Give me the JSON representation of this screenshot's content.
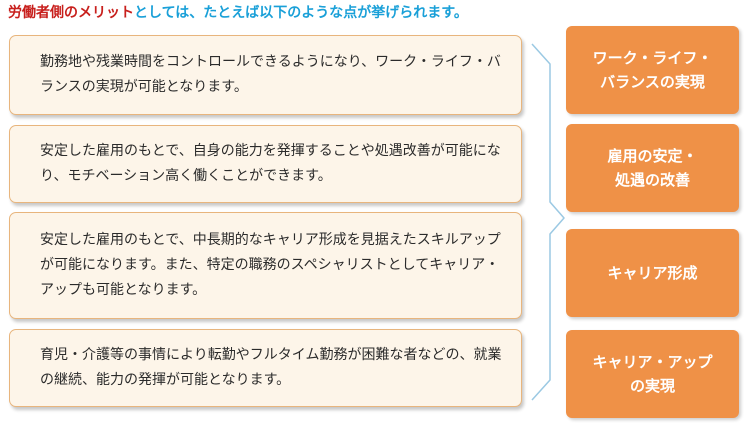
{
  "heading": {
    "lead": "労働者側のメリット",
    "rest": "としては、たとえば以下のような点が挙げられます。"
  },
  "boxes": [
    {
      "text": "勤務地や残業時間をコントロールできるようになり、ワーク・ライフ・バランスの実現が可能となります。"
    },
    {
      "text": "安定した雇用のもとで、自身の能力を発揮することや処遇改善が可能になり、モチベーション高く働くことができます。"
    },
    {
      "text": "安定した雇用のもとで、中長期的なキャリア形成を見据えたスキルアップが可能になります。また、特定の職務のスペシャリストとしてキャリア・アップも可能となります。"
    },
    {
      "text": "育児・介護等の事情により転勤やフルタイム勤務が困難な者などの、就業の継続、能力の発揮が可能となります。"
    }
  ],
  "tags": [
    {
      "label": "ワーク・ライフ・\nバランスの実現"
    },
    {
      "label": "雇用の安定・\n処遇の改善"
    },
    {
      "label": "キャリア形成"
    },
    {
      "label": "キャリア・アップ\nの実現"
    }
  ],
  "colors": {
    "lead": "#c8201d",
    "heading": "#1aa0d8",
    "box_bg": "#fdf5e9",
    "box_border": "#e8b57d",
    "tag_bg": "#ef9147",
    "brace": "#9bc9e3"
  }
}
